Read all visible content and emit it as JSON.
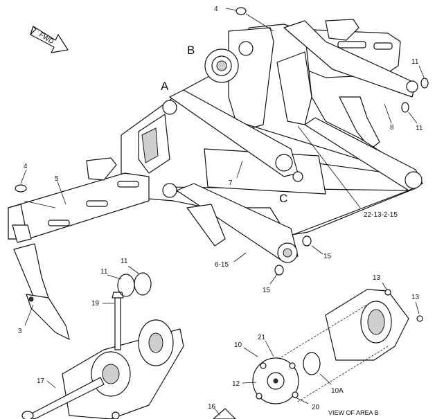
{
  "labels": {
    "fwd": "FWD",
    "area_a": "A",
    "area_b": "B",
    "area_c": "C",
    "p4_top": "4",
    "p4_left": "4",
    "p5": "5",
    "p3": "3",
    "p7": "7",
    "p8": "8",
    "p11_top": "11",
    "p11_right": "11",
    "p11_a": "11",
    "p11_b": "11",
    "p6_15": "6-15",
    "p15_a": "15",
    "p15_b": "15",
    "p22": "22-13-2-15",
    "p19": "19",
    "p17": "17",
    "p16": "16",
    "p13_a": "13",
    "p13_b": "13",
    "p10": "10",
    "p21": "21",
    "p12": "12",
    "p20": "20",
    "p10a": "10A",
    "view_b": "VIEW OF AREA B"
  }
}
